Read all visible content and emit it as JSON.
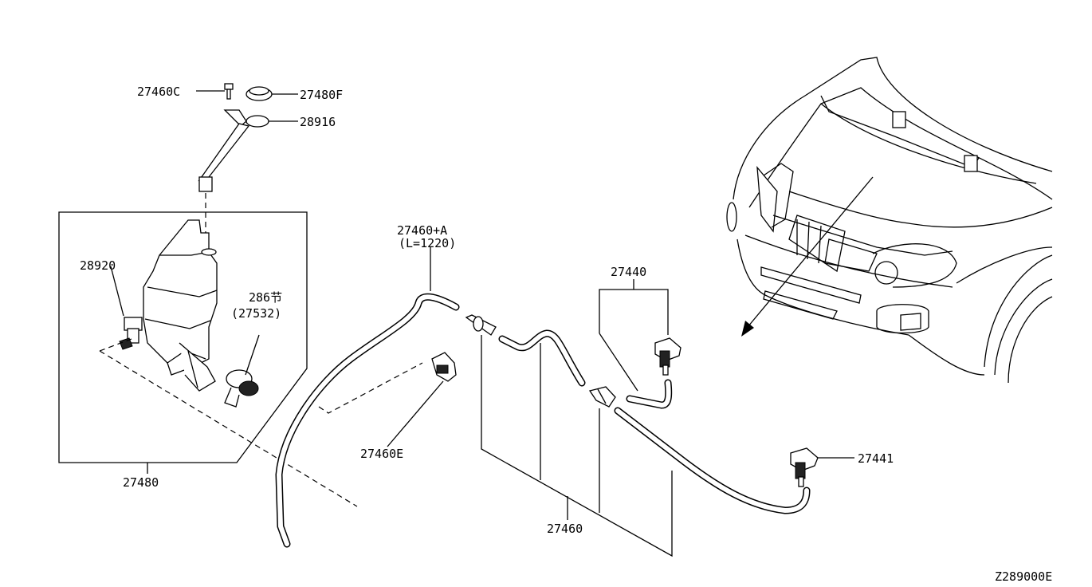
{
  "labels": {
    "p27460c": "27460C",
    "p27480f": "27480F",
    "p28916": "28916",
    "p28920": "28920",
    "p286": "286节",
    "p27532": "(27532)",
    "p27480": "27480",
    "p27460a": "27460+A",
    "p27460a_len": "(L=1220)",
    "p27460e": "27460E",
    "p27440": "27440",
    "p27441": "27441",
    "p27460": "27460",
    "diagram_code": "Z289000E"
  },
  "colors": {
    "ink": "#000000",
    "background": "#ffffff"
  }
}
